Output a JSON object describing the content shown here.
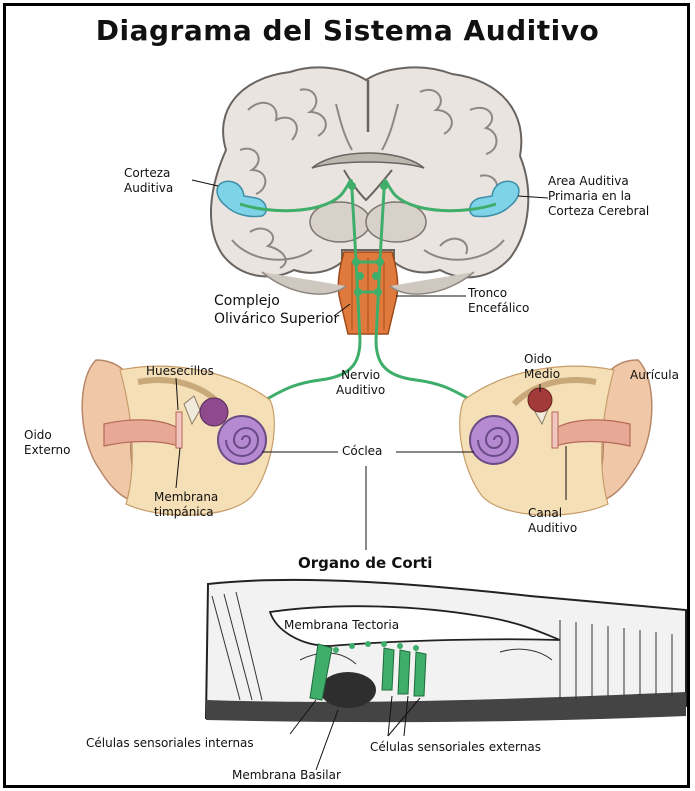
{
  "title": "Diagrama del Sistema Auditivo",
  "labels": {
    "corteza_auditiva": "Corteza\nAuditiva",
    "area_auditiva": "Area Auditiva\nPrimaria en la\nCorteza Cerebral",
    "complejo_olivarico": "Complejo\nOlivárico Superior",
    "tronco_encefalico": "Tronco\nEncefálico",
    "huesecillos": "Huesecillos",
    "oido_medio": "Oido\nMedio",
    "auricula": "Aurícula",
    "oido_externo": "Oido\nExterno",
    "nervio_auditivo": "Nervio\nAuditivo",
    "coclea": "Cóclea",
    "membrana_timpanica": "Membrana\ntimpánica",
    "canal_auditivo": "Canal\nAuditivo",
    "organo_de_corti": "Organo de Corti",
    "membrana_tectoria": "Membrana Tectoria",
    "celulas_internas": "Células sensoriales internas",
    "celulas_externas": "Células sensoriales externas",
    "membrana_basilar": "Membrana Basilar"
  },
  "colors": {
    "nerve": "#3fae6a",
    "cortex_highlight": "#7fd3e8",
    "brainstem": "#e07a3c",
    "brain_fill": "#e9e4df",
    "cochlea": "#b58ad0",
    "skin": "#f0c8a8",
    "border": "#000000"
  }
}
